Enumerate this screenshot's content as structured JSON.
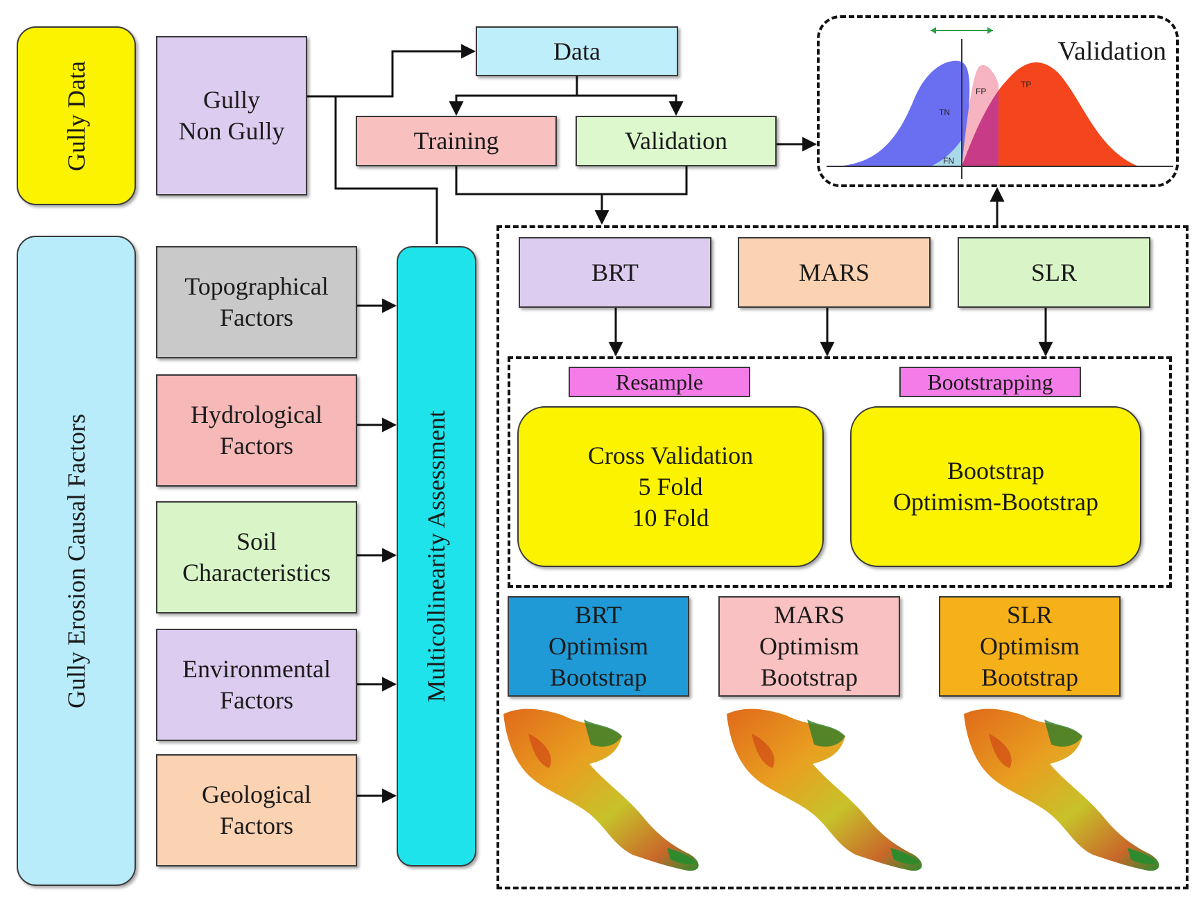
{
  "gully_data_label": "Gully Data",
  "gully_box": {
    "line1": "Gully",
    "line2": "Non Gully"
  },
  "causal_factors_label": "Gully Erosion Causal Factors",
  "factors": [
    {
      "line1": "Topographical",
      "line2": "Factors",
      "color": "#c9c9c9"
    },
    {
      "line1": "Hydrological",
      "line2": "Factors",
      "color": "#f7b8b8"
    },
    {
      "line1": "Soil",
      "line2": "Characteristics",
      "color": "#d9f5c8"
    },
    {
      "line1": "Environmental",
      "line2": "Factors",
      "color": "#dccdf0"
    },
    {
      "line1": "Geological",
      "line2": "Factors",
      "color": "#fbd2b2"
    }
  ],
  "multicollinearity_label": "Multicollinearity Assessment",
  "data_label": "Data",
  "training_label": "Training",
  "validation_label": "Validation",
  "validation_panel": {
    "title": "Validation",
    "tn": "TN",
    "fp": "FP",
    "tp": "TP",
    "fn": "FN"
  },
  "models": {
    "brt": "BRT",
    "mars": "MARS",
    "slr": "SLR"
  },
  "resample_label": "Resample",
  "bootstrapping_label": "Bootstrapping",
  "cross_validation": [
    "Cross Validation",
    "5 Fold",
    "10 Fold"
  ],
  "bootstrap_methods": [
    "Bootstrap",
    "Optimism-Bootstrap"
  ],
  "optimism_boxes": [
    {
      "lines": [
        "BRT",
        "Optimism",
        "Bootstrap"
      ],
      "color": "#1f9ad6"
    },
    {
      "lines": [
        "MARS",
        "Optimism",
        "Bootstrap"
      ],
      "color": "#f9c1c1"
    },
    {
      "lines": [
        "SLR",
        "Optimism",
        "Bootstrap"
      ],
      "color": "#f6b01a"
    }
  ],
  "colors": {
    "gully_data": "#fbf300",
    "gully_box": "#dccdf0",
    "causal": "#b8ecfb",
    "multicollinearity": "#1fe3ea",
    "data": "#bfeefb",
    "training": "#f9c0c0",
    "validation": "#dcf8cc",
    "brt": "#dccdf0",
    "mars": "#fbd2b2",
    "slr": "#d9f5c8",
    "tag": "#f47ce8",
    "yellow_panel": "#fbf300"
  }
}
